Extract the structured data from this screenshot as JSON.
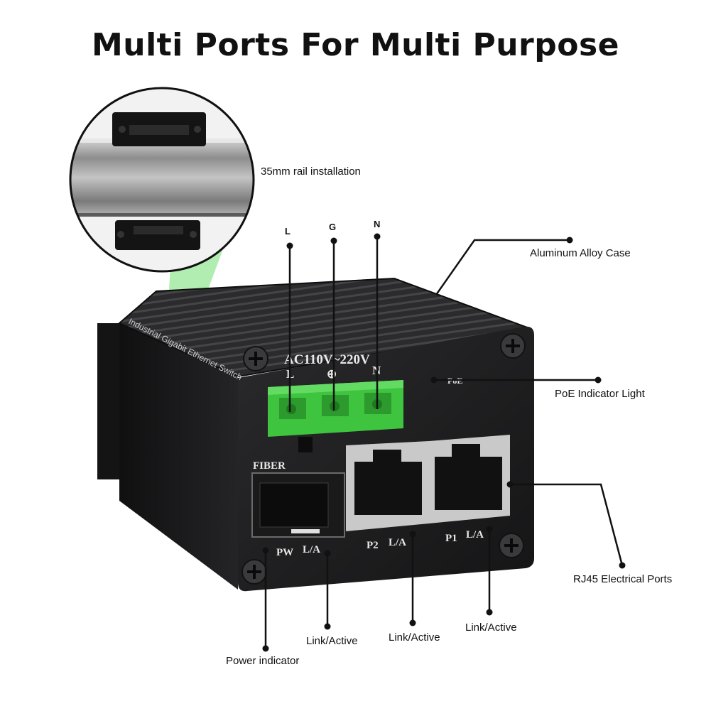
{
  "title": "Multi Ports For Multi Purpose",
  "callouts": {
    "rail": "35mm rail installation",
    "case": "Aluminum Alloy Case",
    "poe": "PoE Indicator Light",
    "rj45": "RJ45 Electrical Ports",
    "link_fiber": "Link/Active",
    "link_p2": "Link/Active",
    "link_p1": "Link/Active",
    "power": "Power indicator"
  },
  "terminal_pins": {
    "l": "L",
    "g": "G",
    "n": "N"
  },
  "device": {
    "side_label": "Industrial Gigabit Ethernet Switch",
    "voltage": "AC110V~220V",
    "terminal_l": "L",
    "terminal_g": "⊕",
    "terminal_n": "N",
    "poe": "PoE",
    "fiber": "FIBER",
    "pw": "PW",
    "fiber_la": "L/A",
    "p2": "P2",
    "p2_la": "L/A",
    "p1": "P1",
    "p1_la": "L/A"
  },
  "colors": {
    "case": "#1c1c1e",
    "terminal_block": "#3ec43e",
    "rj45_shell": "#c9c9c9",
    "zoom_highlight": "#9ee89e"
  }
}
